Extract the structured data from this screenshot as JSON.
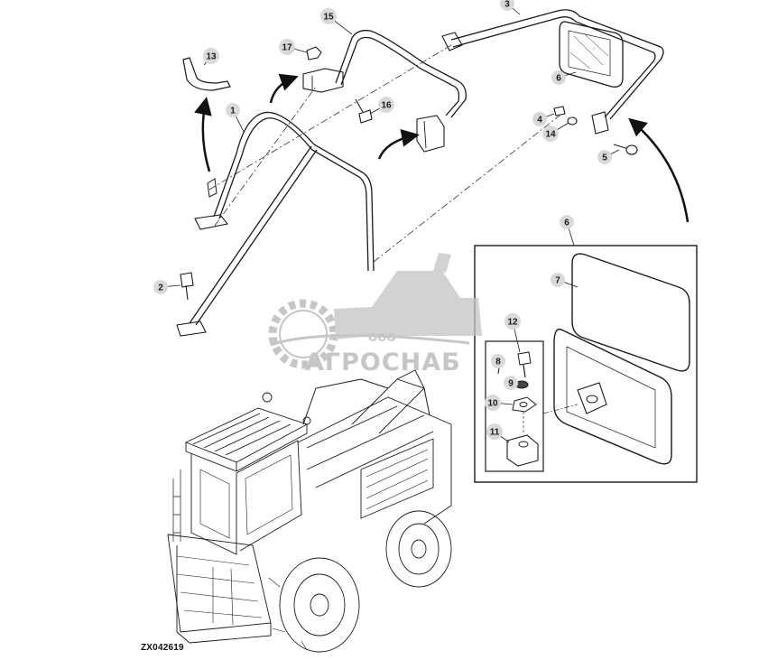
{
  "figure_code": "ZX042619",
  "watermark": {
    "company_prefix": "ООО",
    "company_name": "АГРОСНАБ"
  },
  "callouts": [
    {
      "id": "c1",
      "label": "1"
    },
    {
      "id": "c2",
      "label": "2"
    },
    {
      "id": "c3",
      "label": "3"
    },
    {
      "id": "c4",
      "label": "4"
    },
    {
      "id": "c5",
      "label": "5"
    },
    {
      "id": "c6a",
      "label": "6"
    },
    {
      "id": "c6b",
      "label": "6"
    },
    {
      "id": "c7",
      "label": "7"
    },
    {
      "id": "c8",
      "label": "8"
    },
    {
      "id": "c9",
      "label": "9"
    },
    {
      "id": "c10",
      "label": "10"
    },
    {
      "id": "c11",
      "label": "11"
    },
    {
      "id": "c12",
      "label": "12"
    },
    {
      "id": "c13",
      "label": "13"
    },
    {
      "id": "c14",
      "label": "14"
    },
    {
      "id": "c15",
      "label": "15"
    },
    {
      "id": "c16",
      "label": "16"
    },
    {
      "id": "c17",
      "label": "17"
    }
  ],
  "colors": {
    "line": "#1a1a1a",
    "callout_fill": "#d9d9d9",
    "watermark": "#b3b3b3"
  }
}
